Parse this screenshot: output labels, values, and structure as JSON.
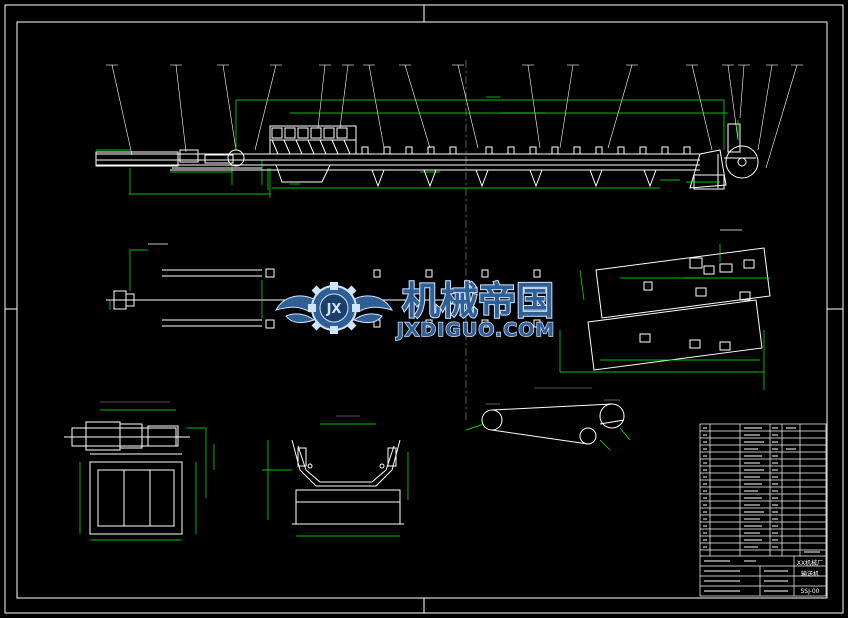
{
  "drawing": {
    "background": "#000000",
    "line_white": "#ffffff",
    "line_green": "#00ff00",
    "line_cyan": "#00ffff",
    "line_magenta": "#ff00ff",
    "line_grey": "#a0a0a0"
  },
  "watermark": {
    "logo_letters": "JX",
    "title_cn": "机械帝国",
    "title_en": "JXDIGUO.COM",
    "color_text": "#cfe4ff",
    "color_fill": "#2f5f95"
  },
  "title_block": {
    "company_text": "XX机械厂",
    "drawing_name": "输送机",
    "drawing_number": "SSJ-00"
  }
}
